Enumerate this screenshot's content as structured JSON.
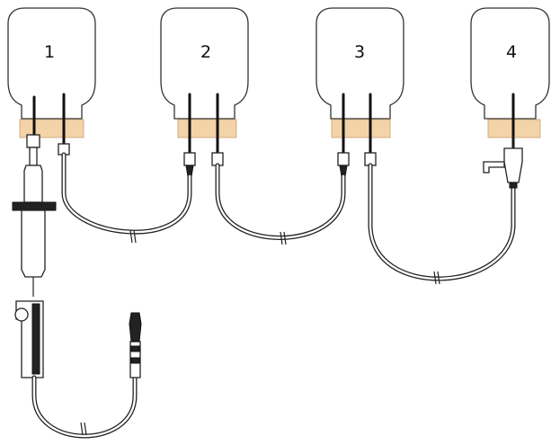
{
  "bottles": [
    {
      "label": "1"
    },
    {
      "label": "2"
    },
    {
      "label": "3"
    },
    {
      "label": "4"
    }
  ],
  "colors": {
    "stopper": "#f3d3a8",
    "outline": "#222222",
    "background": "#ffffff"
  }
}
